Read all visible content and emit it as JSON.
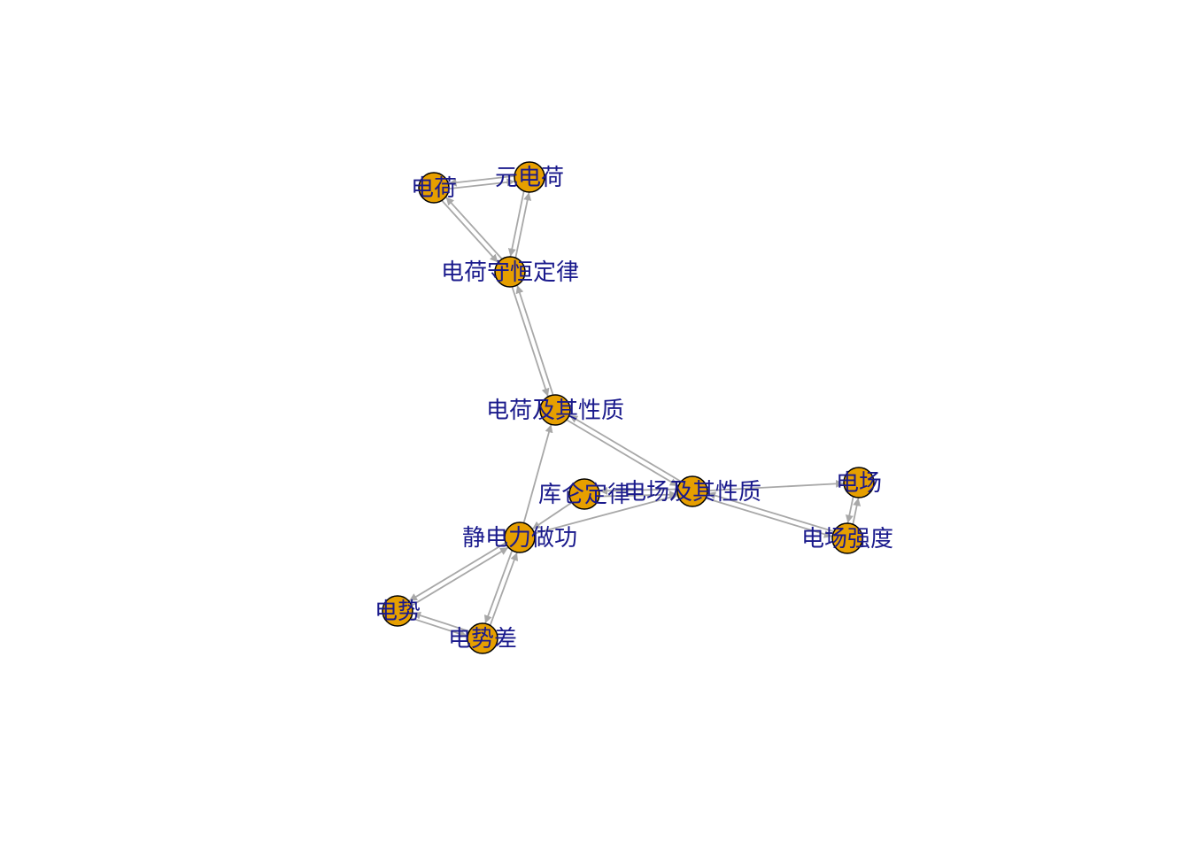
{
  "diagram": {
    "colors": {
      "background": "#ffffff",
      "node_fill": "#e69f00",
      "node_stroke": "#000000",
      "edge": "#a8a8a8",
      "label": "#1a1a8c"
    },
    "nodes": [
      {
        "id": "n0",
        "label": "电荷"
      },
      {
        "id": "n1",
        "label": "元电荷"
      },
      {
        "id": "n2",
        "label": "电荷守恒定律"
      },
      {
        "id": "n3",
        "label": "电荷及其性质"
      },
      {
        "id": "n4",
        "label": "库仑定律"
      },
      {
        "id": "n5",
        "label": "电场及其性质"
      },
      {
        "id": "n6",
        "label": "电场"
      },
      {
        "id": "n7",
        "label": "电场强度"
      },
      {
        "id": "n8",
        "label": "静电力做功"
      },
      {
        "id": "n9",
        "label": "电势"
      },
      {
        "id": "n10",
        "label": "电势差"
      }
    ],
    "edges": [
      {
        "from": "n0",
        "to": "n1"
      },
      {
        "from": "n1",
        "to": "n0"
      },
      {
        "from": "n0",
        "to": "n2"
      },
      {
        "from": "n2",
        "to": "n0"
      },
      {
        "from": "n1",
        "to": "n2"
      },
      {
        "from": "n2",
        "to": "n1"
      },
      {
        "from": "n2",
        "to": "n3"
      },
      {
        "from": "n3",
        "to": "n2"
      },
      {
        "from": "n3",
        "to": "n5"
      },
      {
        "from": "n5",
        "to": "n3"
      },
      {
        "from": "n8",
        "to": "n3"
      },
      {
        "from": "n4",
        "to": "n5"
      },
      {
        "from": "n5",
        "to": "n4"
      },
      {
        "from": "n8",
        "to": "n5"
      },
      {
        "from": "n4",
        "to": "n8"
      },
      {
        "from": "n5",
        "to": "n6"
      },
      {
        "from": "n5",
        "to": "n7"
      },
      {
        "from": "n7",
        "to": "n5"
      },
      {
        "from": "n6",
        "to": "n7"
      },
      {
        "from": "n7",
        "to": "n6"
      },
      {
        "from": "n8",
        "to": "n9"
      },
      {
        "from": "n9",
        "to": "n8"
      },
      {
        "from": "n8",
        "to": "n10"
      },
      {
        "from": "n10",
        "to": "n8"
      },
      {
        "from": "n9",
        "to": "n10"
      },
      {
        "from": "n10",
        "to": "n9"
      }
    ]
  }
}
